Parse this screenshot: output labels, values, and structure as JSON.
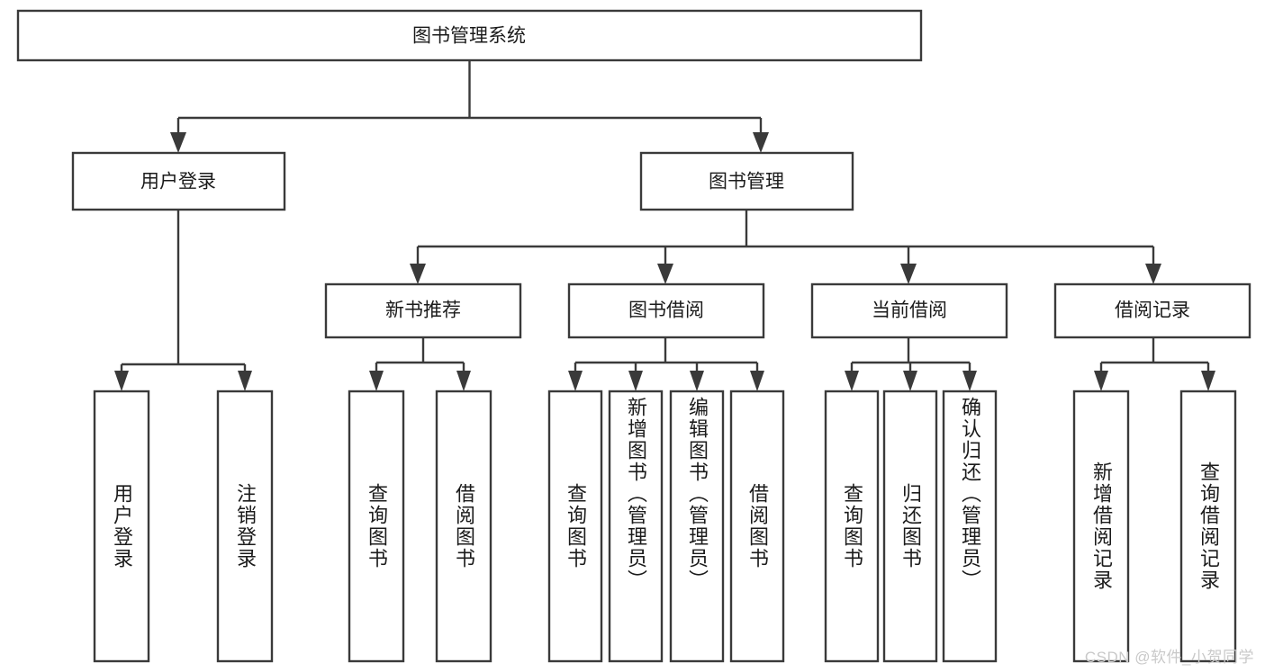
{
  "diagram": {
    "type": "tree",
    "title": "图书管理系统",
    "watermark": "CSDN @软件_小贺同学",
    "colors": {
      "stroke": "#3a3a3a",
      "fill": "#ffffff",
      "text": "#1b1b1b",
      "watermark": "#c9c9c9"
    },
    "levels": {
      "root": {
        "label": "图书管理系统"
      },
      "level2": [
        {
          "label": "用户登录"
        },
        {
          "label": "图书管理"
        }
      ],
      "level3": [
        {
          "label": "新书推荐"
        },
        {
          "label": "图书借阅"
        },
        {
          "label": "当前借阅"
        },
        {
          "label": "借阅记录"
        }
      ],
      "leaves": [
        {
          "label": "用户登录",
          "parent": "用户登录"
        },
        {
          "label": "注销登录",
          "parent": "用户登录"
        },
        {
          "label": "查询图书",
          "parent": "新书推荐"
        },
        {
          "label": "借阅图书",
          "parent": "新书推荐"
        },
        {
          "label": "查询图书",
          "parent": "图书借阅"
        },
        {
          "label": "新增图书（管理员）",
          "parent": "图书借阅"
        },
        {
          "label": "编辑图书（管理员）",
          "parent": "图书借阅"
        },
        {
          "label": "借阅图书",
          "parent": "图书借阅"
        },
        {
          "label": "查询图书",
          "parent": "当前借阅"
        },
        {
          "label": "归还图书",
          "parent": "当前借阅"
        },
        {
          "label": "确认归还（管理员）",
          "parent": "当前借阅"
        },
        {
          "label": "新增借阅记录",
          "parent": "借阅记录"
        },
        {
          "label": "查询借阅记录",
          "parent": "借阅记录"
        }
      ]
    }
  }
}
